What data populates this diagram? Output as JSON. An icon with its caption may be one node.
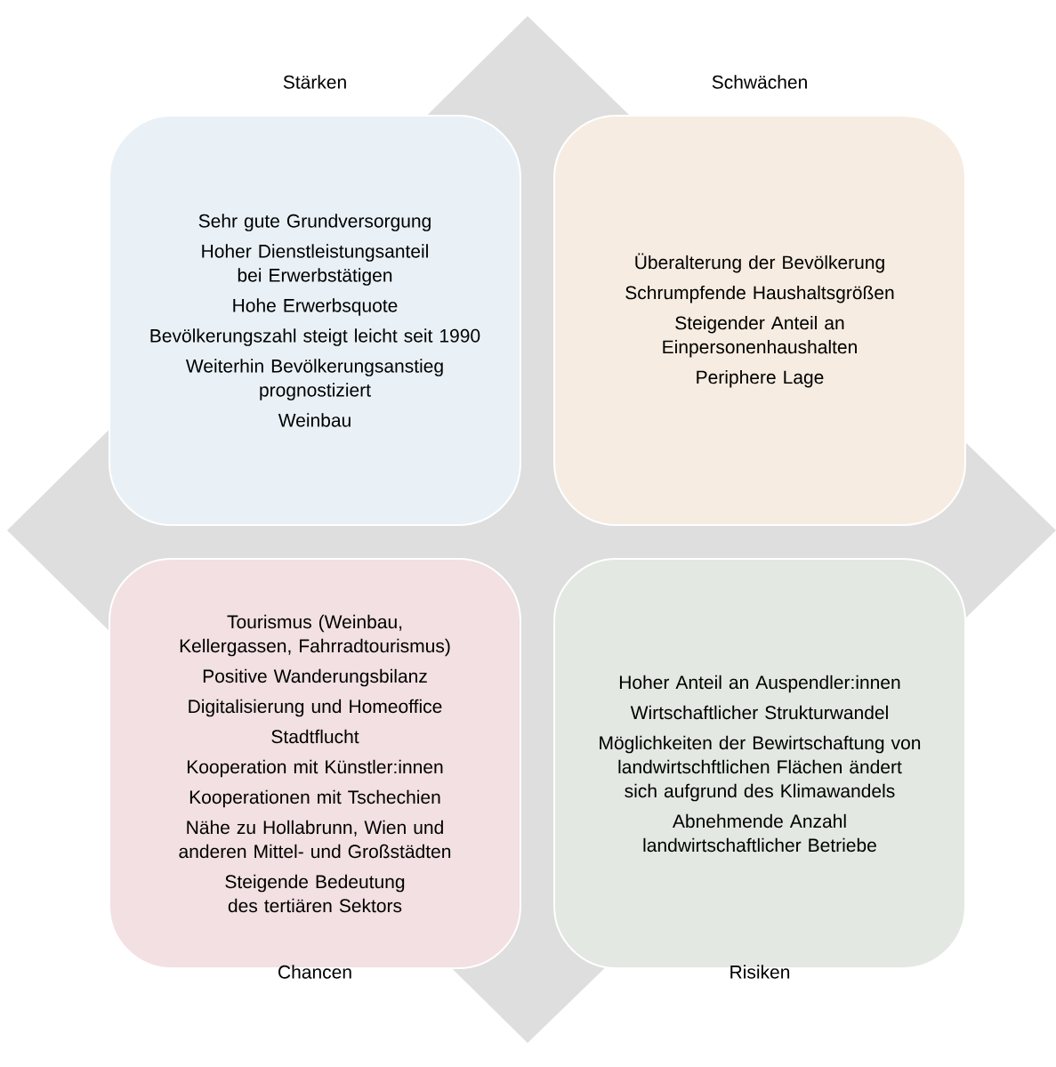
{
  "diagram": {
    "nodes": [
      {
        "text": [
          "Stärken",
          "Sehr gute Grundversorgung",
          "Hoher Dienstleistungsanteil bei Erwerbstätigen",
          "Hohe Erwerbsquote",
          "Bevölkerungszahl steigt leicht seit 1990",
          "Weiterhin Bevölkerungsanstieg prognostiziert",
          "Weinbau"
        ]
      },
      {
        "text": [
          "Schwächen",
          "Überalterung der Bevölkerung",
          "Schrumpfende Haushaltsgrößen",
          "Steigender Anteil an Einpersonenhaushalten",
          "Periphere Lage"
        ]
      },
      {
        "text": [
          "Tourismus (Weinbau, Kellergassen, Fahrradtourismus)",
          "Positive Wanderungsbilanz",
          "Digitalisierung und Homeoffice",
          "Stadtflucht",
          "Kooperation mit Künstler:innen",
          "Kooperationen mit Tschechien",
          "Nähe zu Hollabrunn, Wien und anderen Mittel- und Großstädten",
          "Steigende Bedeutung des tertiären Sektors",
          "Chancen"
        ]
      },
      {
        "text": [
          "Hoher Anteil an Auspendler:innen",
          "Wirtschaftlicher Strukturwandel",
          "Möglichkeiten der Bewirtschaftung von landwirtschftlichen Flächen ändert sich aufgrund des Klimawandels",
          "Abnehmende Anzahl landwirtschaftlicher Betriebe",
          "Risiken"
        ]
      }
    ]
  }
}
